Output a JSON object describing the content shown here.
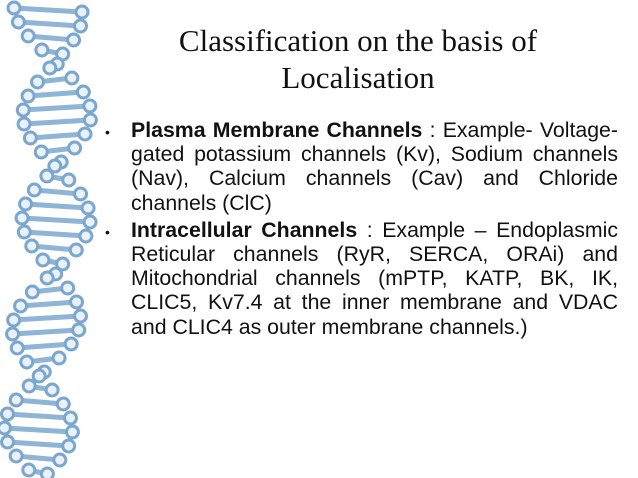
{
  "slide": {
    "title_line1": "Classification on the basis of",
    "title_line2": "Localisation",
    "bullet_symbol": "•",
    "bullets": [
      {
        "bold": "Plasma Membrane Channels",
        "text": " : Example- Voltage-gated potassium channels (Kv), Sodium channels (Nav), Calcium channels (Cav) and Chloride channels (ClC)"
      },
      {
        "bold": "Intracellular Channels",
        "text": " : Example – Endoplasmic Reticular channels (RyR, SERCA, ORAi) and Mitochondrial channels (mPTP, KATP, BK, IK, CLIC5, Kv7.4 at the inner membrane and VDAC and CLIC4 as outer membrane channels.)"
      }
    ]
  },
  "decoration": {
    "name": "dna-helix-icon",
    "strand_color": "#7ba7cf",
    "node_color": "#e9f2fa"
  }
}
